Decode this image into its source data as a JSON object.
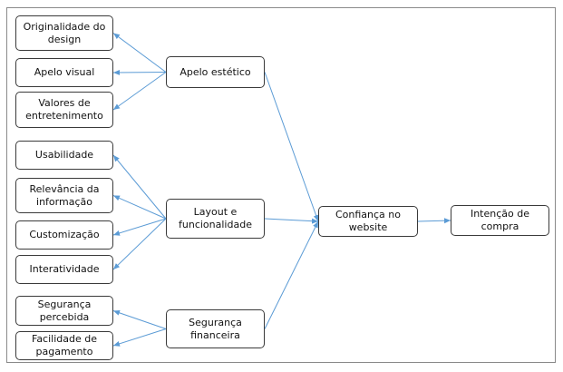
{
  "diagram": {
    "nodes": {
      "originalidade": "Originalidade do design",
      "apelo_visual": "Apelo  visual",
      "valores": "Valores de entretenimento",
      "usabilidade": "Usabilidade",
      "relevancia": "Relevância da informação",
      "customizacao": "Customização",
      "interatividade": "Interatividade",
      "seguranca_percebida": "Segurança percebida",
      "facilidade": "Facilidade de pagamento",
      "apelo_estetico": "Apelo estético",
      "layout": "Layout e funcionalidade",
      "seguranca_financeira": "Segurança financeira",
      "confianca": "Confiança no website",
      "intencao": "Intenção de compra"
    },
    "edges": [
      {
        "from": "apelo_estetico",
        "to": "originalidade"
      },
      {
        "from": "apelo_estetico",
        "to": "apelo_visual"
      },
      {
        "from": "apelo_estetico",
        "to": "valores"
      },
      {
        "from": "layout",
        "to": "usabilidade"
      },
      {
        "from": "layout",
        "to": "relevancia"
      },
      {
        "from": "layout",
        "to": "customizacao"
      },
      {
        "from": "layout",
        "to": "interatividade"
      },
      {
        "from": "seguranca_financeira",
        "to": "seguranca_percebida"
      },
      {
        "from": "seguranca_financeira",
        "to": "facilidade"
      },
      {
        "from": "apelo_estetico",
        "to": "confianca"
      },
      {
        "from": "layout",
        "to": "confianca"
      },
      {
        "from": "seguranca_financeira",
        "to": "confianca"
      },
      {
        "from": "confianca",
        "to": "intencao"
      }
    ],
    "colors": {
      "arrow": "#5b9bd5",
      "box_border": "#3a3a3a",
      "frame": "#8a8a8a"
    }
  }
}
